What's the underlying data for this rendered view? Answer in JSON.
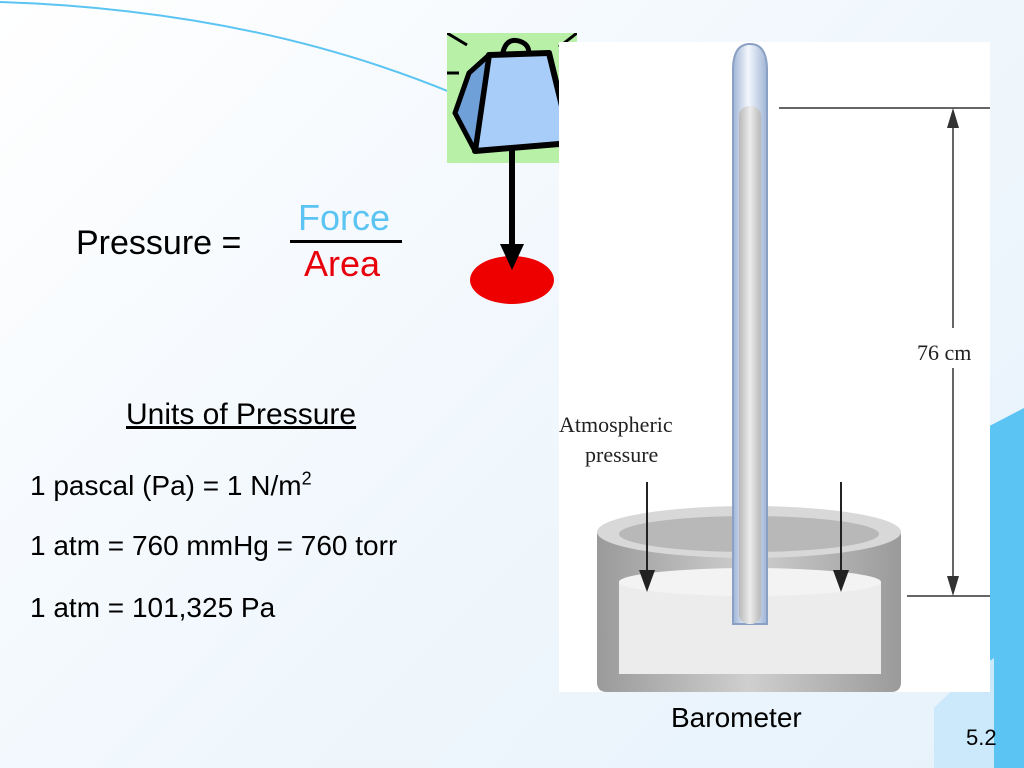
{
  "slide": {
    "formula": {
      "lhs": "Pressure =",
      "numerator": "Force",
      "denominator": "Area",
      "numerator_color": "#5bc4f2",
      "denominator_color": "#e8000b"
    },
    "units": {
      "title": "Units of Pressure",
      "line1_pre": "1 pascal (Pa) = 1 N/m",
      "line1_sup": "2",
      "line2": "1 atm = 760 mmHg = 760 torr",
      "line3": "1 atm = 101,325 Pa"
    },
    "barometer": {
      "height_label": "76 cm",
      "atm_label_line1": "Atmospheric",
      "atm_label_line2": "pressure",
      "caption": "Barometer"
    },
    "slide_number": "5.2"
  },
  "icons": [
    "weight-icon",
    "force-arrow-icon",
    "barometer-illustration"
  ],
  "colors": {
    "weight_bg": "#b8f0a8",
    "weight_body": "#a8cdf8",
    "contact_spot": "#ee0000",
    "decor_blue": "#5bc4f2"
  }
}
